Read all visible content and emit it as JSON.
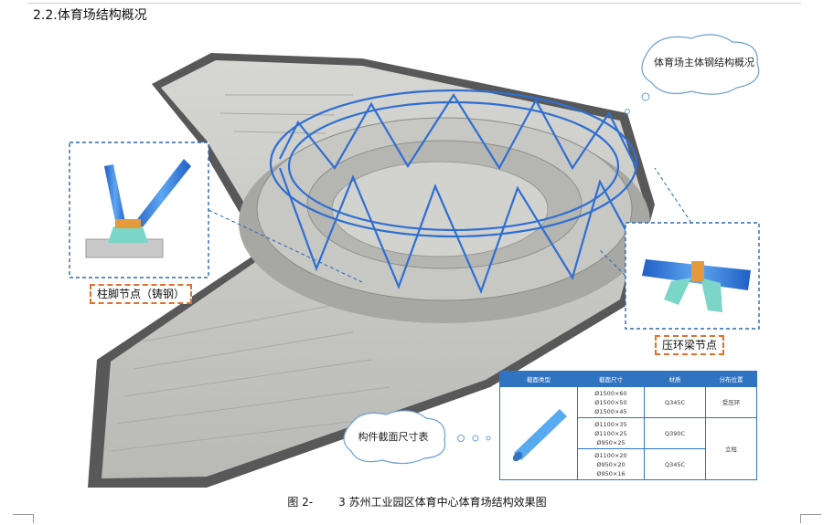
{
  "heading": "2.2.体育场结构概况",
  "callouts": {
    "main_structure": "体育场主体钢结构概况",
    "column_foot_node": "柱脚节点（铸钢）",
    "compression_ring_node": "压环梁节点",
    "section_table": "构件截面尺寸表"
  },
  "table": {
    "headers": [
      "截面类型",
      "截面尺寸",
      "材质",
      "分布位置"
    ],
    "rows": [
      {
        "sizes": [
          "Ø1500×60",
          "Ø1500×50",
          "Ø1500×45"
        ],
        "material": "Q345C",
        "location": "受压环"
      },
      {
        "sizes": [
          "Ø1100×35",
          "Ø1100×25",
          "Ø950×25"
        ],
        "material": "Q390C",
        "location": "立柱"
      },
      {
        "sizes": [
          "Ø1100×20",
          "Ø950×20",
          "Ø950×16"
        ],
        "material": "Q345C",
        "location": ""
      }
    ]
  },
  "caption": {
    "number": "图 2-",
    "index": "3",
    "title": "苏州工业园区体育中心体育场结构效果图"
  },
  "colors": {
    "steel_blue": "#2f6fd1",
    "callout_border": "#2a68b4",
    "tag_border": "#e0702a",
    "table_header": "#2f73c1"
  }
}
